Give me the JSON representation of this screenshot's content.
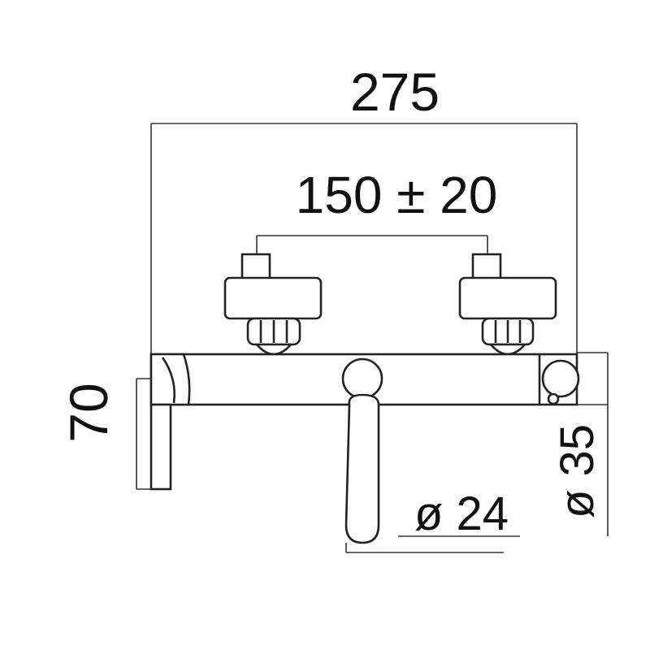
{
  "dimensions": {
    "overall_width": "275",
    "inlet_spacing": "150 ± 20",
    "height": "70",
    "spout_diameter": "ø 24",
    "body_diameter": "ø 35"
  },
  "colors": {
    "line": "#222222",
    "background": "#ffffff"
  }
}
